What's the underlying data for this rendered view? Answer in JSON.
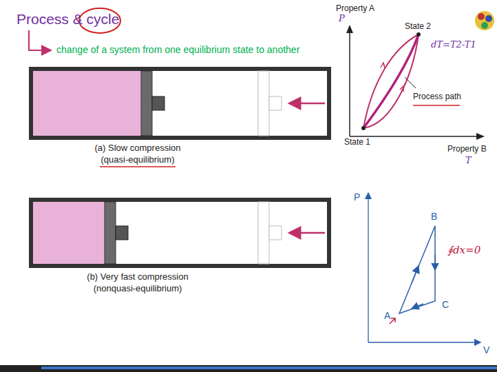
{
  "diagram": {
    "title": "Process & cycle",
    "labels": [
      "change of a system from one equilibrium state to another",
      "(a) Slow compression",
      "(quasi-equilibrium)",
      "(b) Very fast compression",
      "(nonquasi-equilibrium)",
      "Property A",
      "P",
      "State 2",
      "dT=T2-T1",
      "Process path",
      "State 1",
      "Property B",
      "T",
      "P",
      "B",
      "A",
      "C",
      "V",
      "∮dx=0"
    ]
  }
}
